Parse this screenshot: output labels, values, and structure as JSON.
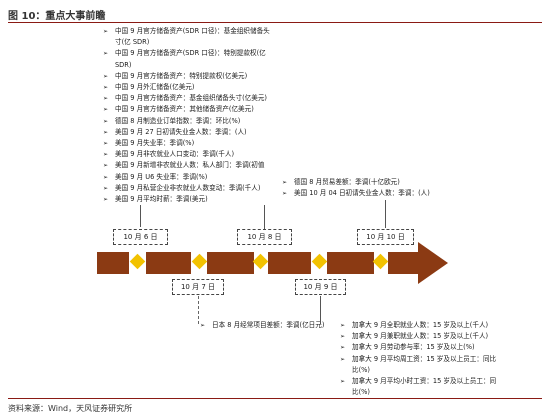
{
  "figure": {
    "title": "图 10：重点大事前瞻",
    "source": "资料来源：Wind，天风证券研究所"
  },
  "dates": {
    "oct6": "10 月 6 日",
    "oct7": "10 月 7 日",
    "oct8": "10 月 8 日",
    "oct9": "10 月 9 日",
    "oct10": "10 月 10 日"
  },
  "list_topleft": [
    {
      "text": "中国 9 月官方储备资产(SDR 口径)：基金组织储备头",
      "cont": false
    },
    {
      "text": "寸(亿 SDR)",
      "cont": true
    },
    {
      "text": "中国 9 月官方储备资产(SDR 口径)：特别提款权(亿",
      "cont": false
    },
    {
      "text": "SDR)",
      "cont": true
    },
    {
      "text": "中国 9 月官方储备资产：特别提款权(亿美元)",
      "cont": false
    },
    {
      "text": "中国 9 月外汇储备(亿美元)",
      "cont": false
    },
    {
      "text": "中国 9 月官方储备资产：基金组织储备头寸(亿美元)",
      "cont": false
    },
    {
      "text": "中国 9 月官方储备资产：其他储备资产(亿美元)",
      "cont": false
    },
    {
      "text": "德国 8 月制造业订单指数：季调：环比(%)",
      "cont": false
    },
    {
      "text": "美国 9 月 27 日初请失业金人数：季调：(人)",
      "cont": false
    },
    {
      "text": "美国 9 月失业率：季调(%)",
      "cont": false
    },
    {
      "text": "美国 9 月非农就业人口变动：季调(千人)",
      "cont": false
    },
    {
      "text": "美国 9 月新增非农就业人数：私人部门：季调(初值",
      "cont": false
    },
    {
      "text": "美国 9 月 U6 失业率：季调(%)",
      "cont": false
    },
    {
      "text": "美国 9 月私营企业非农就业人数变动：季调(千人)",
      "cont": false
    },
    {
      "text": "美国 9 月平均时薪：季调(美元)",
      "cont": false
    }
  ],
  "list_topright": [
    {
      "text": "德国 8 月贸易差额：季调(十亿欧元)",
      "cont": false
    },
    {
      "text": "美国 10 月 04 日初请失业金人数：季调：(人)",
      "cont": false
    }
  ],
  "list_btm_left": [
    {
      "text": "日本 8 月经常项目差额：季调(亿日元)",
      "cont": false
    }
  ],
  "list_btm_right": [
    {
      "text": "加拿大      9 月全职就业人数：15 岁及以上(千人)",
      "cont": false
    },
    {
      "text": "加拿大      9 月兼职就业人数：15 岁及以上(千人)",
      "cont": false
    },
    {
      "text": "加拿大      9 月劳动参与率：15 岁及以上(%)",
      "cont": false
    },
    {
      "text": "加拿大      9 月平均周工资：15 岁及以上员工：同比",
      "cont": false
    },
    {
      "text": "比(%)",
      "cont": true
    },
    {
      "text": "加拿大      9 月平均小时工资：15 岁及以上员工：同",
      "cont": false
    },
    {
      "text": "比(%)",
      "cont": true
    }
  ],
  "colors": {
    "timeline": "#8b3a13",
    "diamond": "#f2c200",
    "title_rule": "#8a1a14"
  }
}
